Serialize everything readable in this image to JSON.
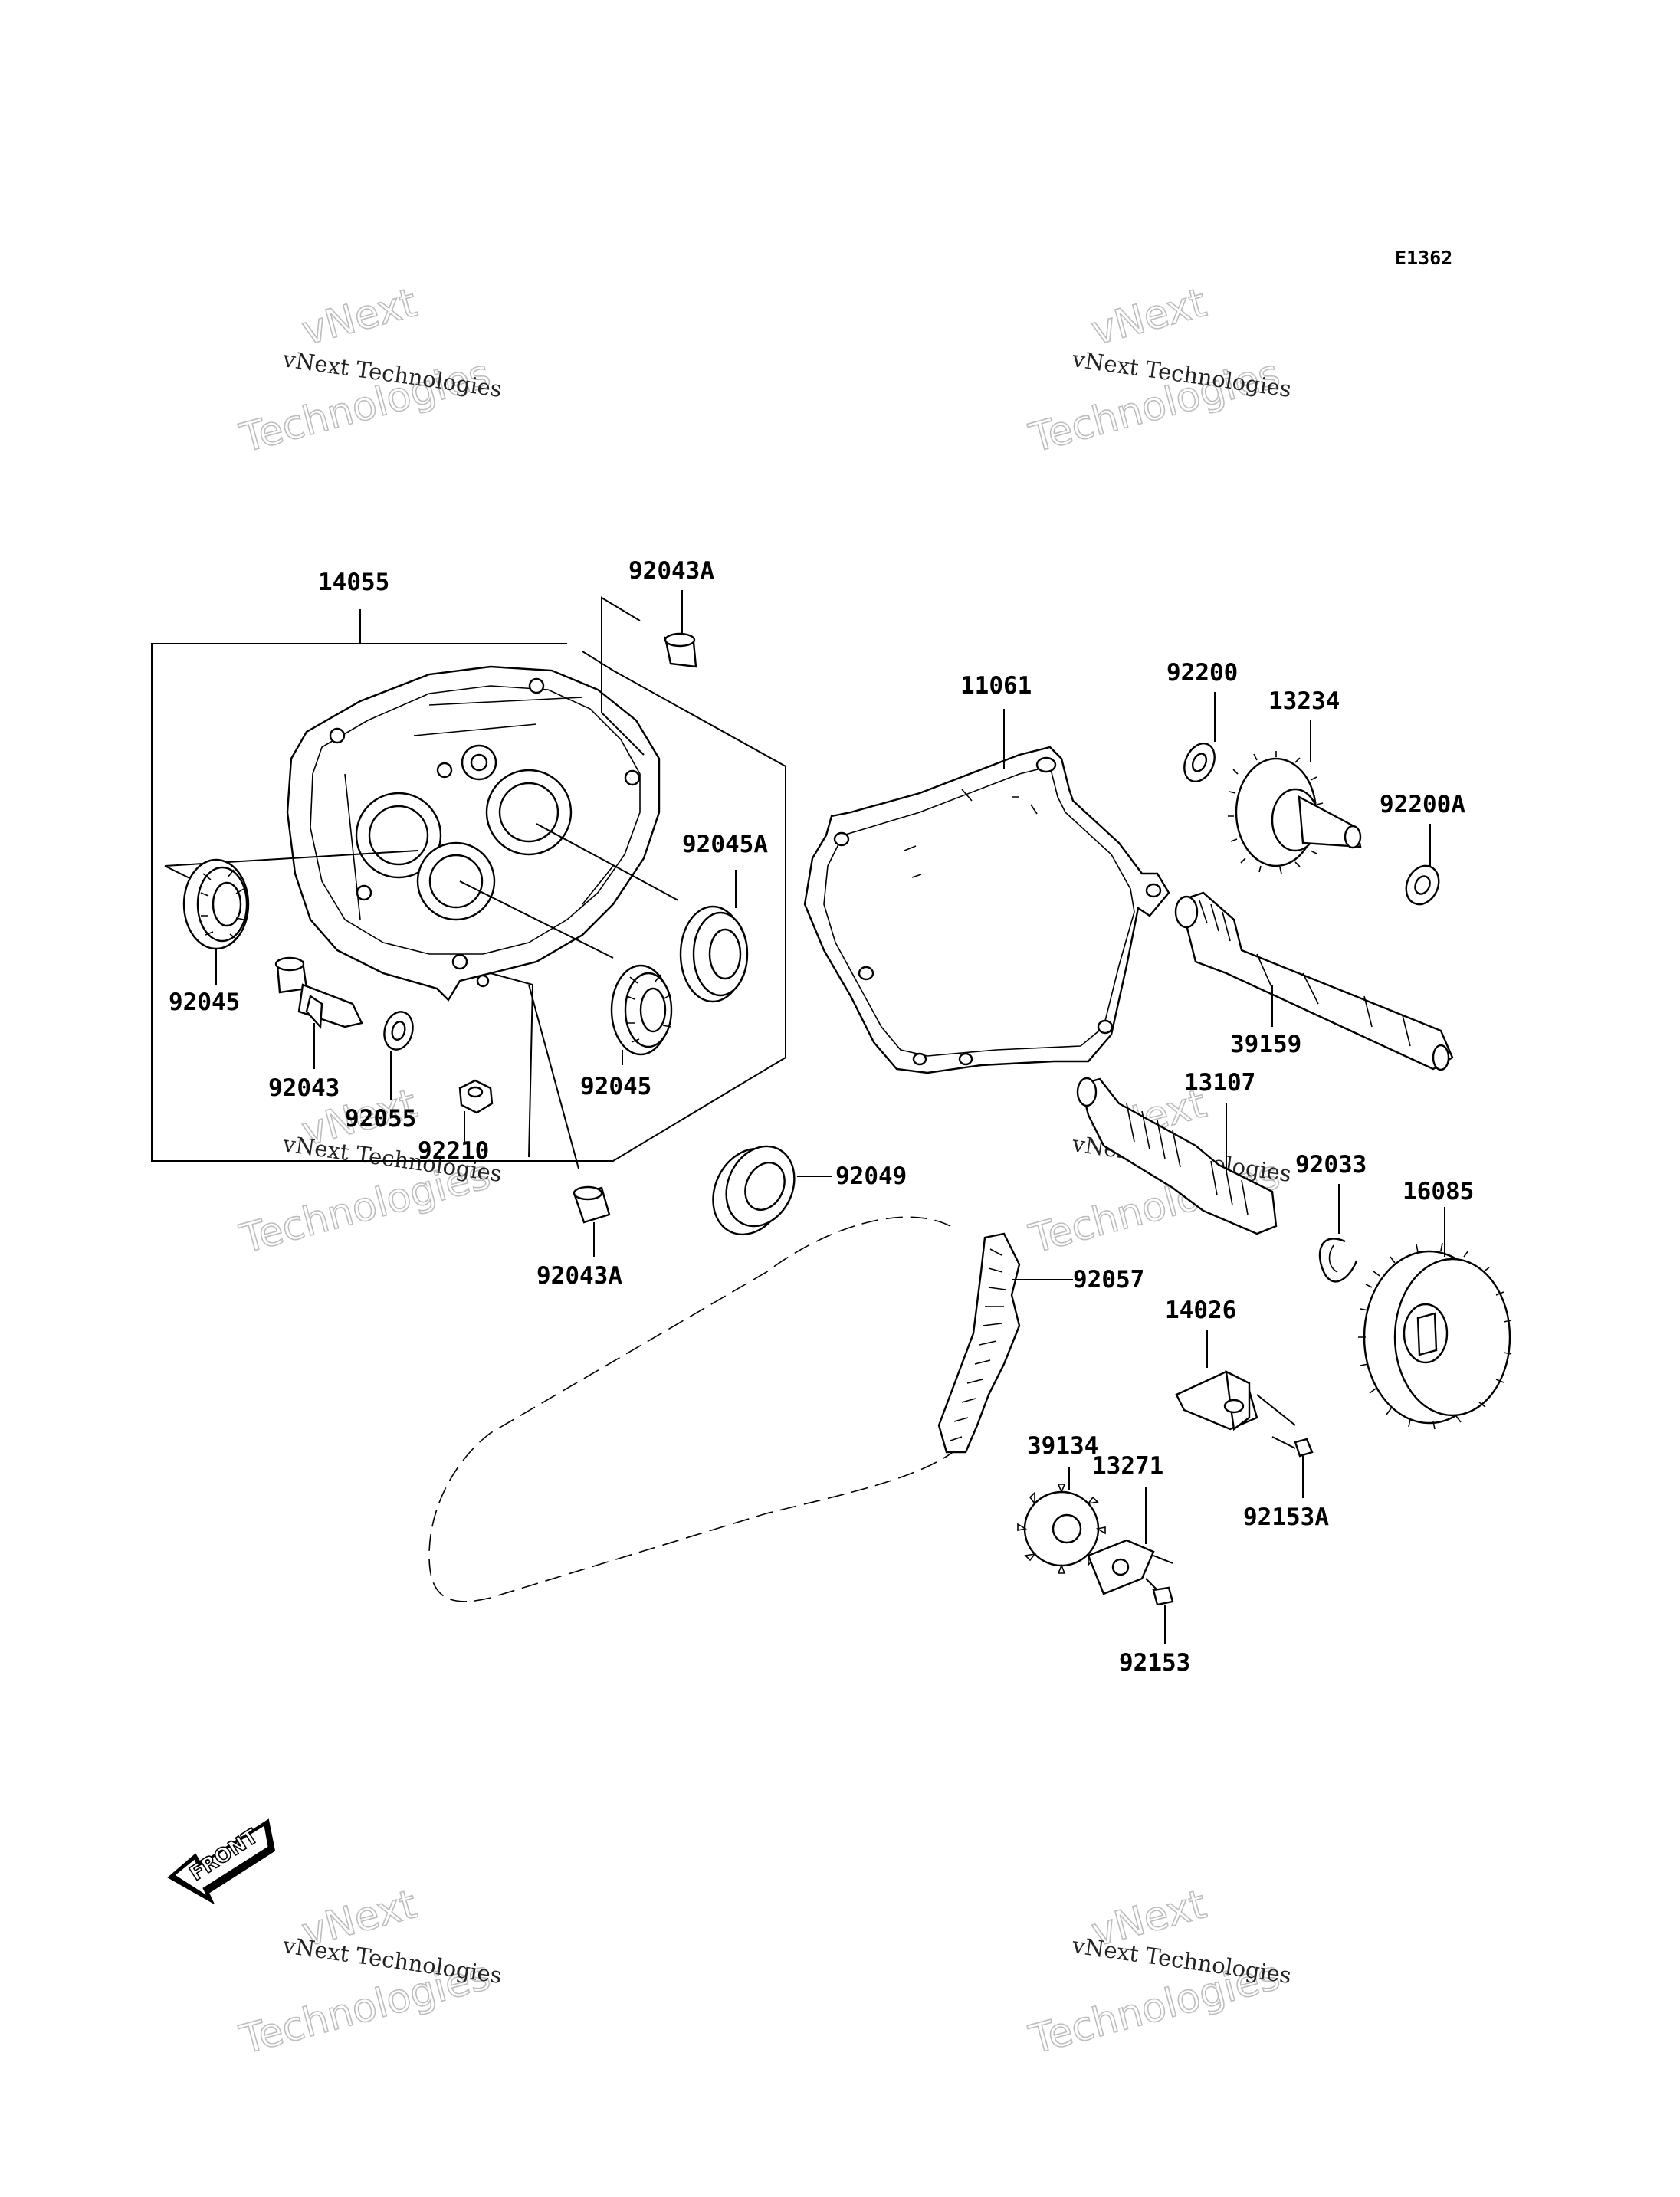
{
  "diagram_code": "E1362",
  "front_label": "FRONT",
  "watermarks": [
    {
      "small": "vNext Technologies",
      "big_top": "vNext",
      "big_bottom": "Technologies"
    },
    {
      "small": "vNext Technologies",
      "big_top": "vNext",
      "big_bottom": "Technologies"
    },
    {
      "small": "vNext Technologies",
      "big_top": "vNext",
      "big_bottom": "Technologies"
    },
    {
      "small": "vNext Technologies",
      "big_top": "vNext",
      "big_bottom": "Technologies"
    },
    {
      "small": "vNext Technologies",
      "big_top": "vNext",
      "big_bottom": "Technologies"
    },
    {
      "small": "vNext Technologies",
      "big_top": "vNext",
      "big_bottom": "Technologies"
    }
  ],
  "parts": {
    "p14055": "14055",
    "p92043A_top": "92043A",
    "p92045_left": "92045",
    "p92043": "92043",
    "p92055": "92055",
    "p92210": "92210",
    "p92045_mid": "92045",
    "p92045A": "92045A",
    "p92043A_bottom": "92043A",
    "p92049": "92049",
    "p11061": "11061",
    "p92200": "92200",
    "p13234": "13234",
    "p92200A": "92200A",
    "p39159": "39159",
    "p13107": "13107",
    "p92033": "92033",
    "p16085": "16085",
    "p92057": "92057",
    "p14026": "14026",
    "p39134": "39134",
    "p13271": "13271",
    "p92153A": "92153A",
    "p92153": "92153"
  }
}
